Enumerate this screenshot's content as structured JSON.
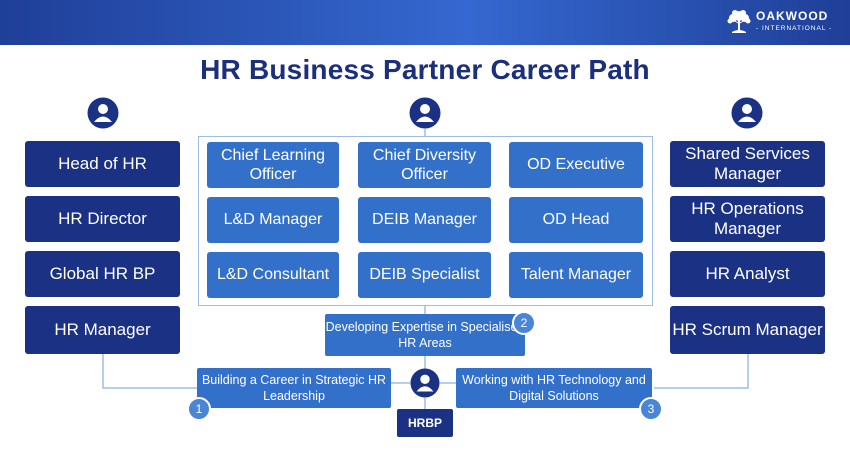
{
  "brand": {
    "name": "OAKWOOD",
    "sub": "- INTERNATIONAL -"
  },
  "title": "HR Business Partner Career Path",
  "left_column": [
    "Head of HR",
    "HR Director",
    "Global HR BP",
    "HR Manager"
  ],
  "center_grid": [
    [
      "Chief Learning Officer",
      "Chief Diversity Officer",
      "OD Executive"
    ],
    [
      "L&D Manager",
      "DEIB Manager",
      "OD Head"
    ],
    [
      "L&D Consultant",
      "DEIB Specialist",
      "Talent Manager"
    ]
  ],
  "right_column": [
    "Shared Services Manager",
    "HR Operations Manager",
    "HR Analyst",
    "HR Scrum Manager"
  ],
  "paths": [
    {
      "number": "1",
      "label": "Building a Career in Strategic HR Leadership"
    },
    {
      "number": "2",
      "label": "Developing Expertise in Specialised HR Areas"
    },
    {
      "number": "3",
      "label": "Working with HR Technology and Digital Solutions"
    }
  ],
  "root": "HRBP",
  "colors": {
    "navy": "#1a3184",
    "blue": "#3370ca",
    "line": "#9cbde8",
    "title": "#1b2f7a"
  },
  "icons": [
    "person-icon",
    "oak-tree-logo-icon"
  ]
}
